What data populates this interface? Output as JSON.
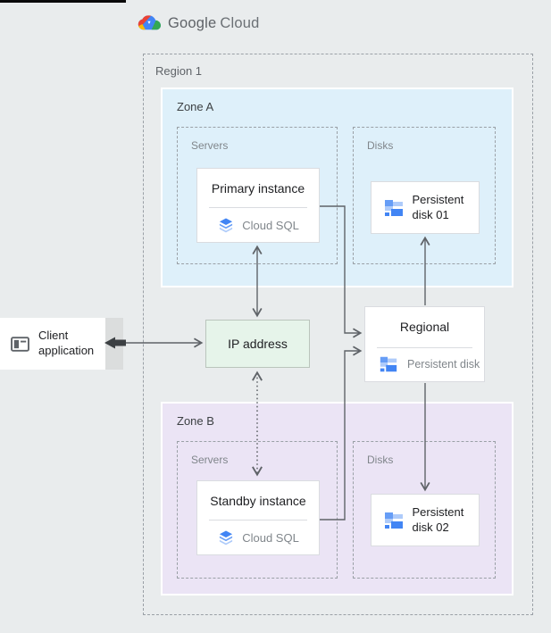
{
  "header": {
    "brand_primary": "Google",
    "brand_secondary": "Cloud"
  },
  "region": {
    "label": "Region 1"
  },
  "zones": {
    "a": {
      "label": "Zone A",
      "servers_label": "Servers",
      "disks_label": "Disks",
      "instance": {
        "title": "Primary instance",
        "product": "Cloud SQL"
      },
      "disk": {
        "title": "Persistent disk 01"
      }
    },
    "b": {
      "label": "Zone B",
      "servers_label": "Servers",
      "disks_label": "Disks",
      "instance": {
        "title": "Standby instance",
        "product": "Cloud SQL"
      },
      "disk": {
        "title": "Persistent disk 02"
      }
    }
  },
  "client": {
    "label": "Client application"
  },
  "ip": {
    "label": "IP address"
  },
  "regional": {
    "title": "Regional",
    "product": "Persistent disk"
  },
  "colors": {
    "background": "#e9eced",
    "zone_a_bg": "#def0fa",
    "zone_b_bg": "#ebe4f5",
    "ip_bg": "#e6f4ea",
    "card_border": "#dadce0",
    "dashed_border": "#9aa0a6",
    "connector": "#5f6368",
    "google_blue": "#4285f4",
    "google_red": "#ea4335",
    "google_yellow": "#fbbc04",
    "google_green": "#34a853",
    "disk_icon_light": "#aecbfa",
    "disk_icon_mid": "#669df6",
    "disk_icon_dark": "#4285f4"
  }
}
